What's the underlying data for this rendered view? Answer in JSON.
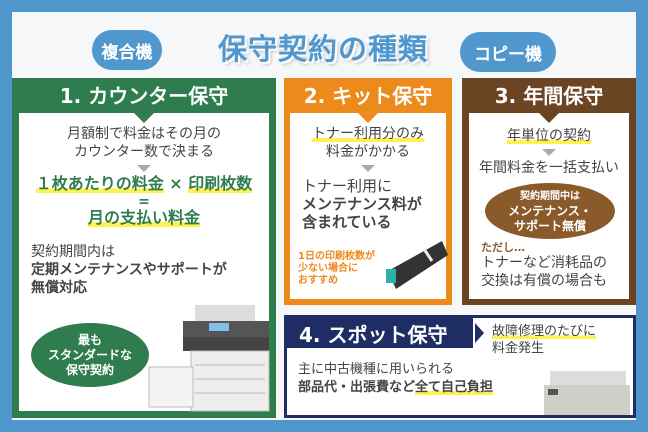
{
  "header": {
    "title": "保守契約の種類",
    "left_cloud": "複合機",
    "right_cloud": "コピー機"
  },
  "colors": {
    "blue": "#4f97cd",
    "green": "#2f7d4f",
    "orange": "#ec8a1c",
    "brown": "#6b4423",
    "navy": "#1e2d63",
    "highlight": "#fff24a"
  },
  "counter": {
    "title": "1. カウンター保守",
    "line1": "月額制で料金はその月の",
    "line2": "カウンター数で決まる",
    "formula1a": "１枚あたりの料金",
    "formula_times": "×",
    "formula1b": "印刷枚数",
    "formula_eq": "=",
    "formula2": "月の支払い料金",
    "note1": "契約期間内は",
    "note2": "定期メンテナンスやサポートが",
    "note3": "無償対応",
    "bubble1": "最も",
    "bubble2": "スタンダードな",
    "bubble3": "保守契約"
  },
  "kit": {
    "title": "2. キット保守",
    "line1": "トナー利用分のみ",
    "line2": "料金がかかる",
    "line3": "トナー利用に",
    "line4": "メンテナンス料が",
    "line5": "含まれている",
    "rec1": "1日の印刷枚数が",
    "rec2": "少ない場合に",
    "rec3": "おすすめ"
  },
  "annual": {
    "title": "3. 年間保守",
    "line1": "年単位の契約",
    "line2": "年間料金を一括支払い",
    "oval1": "契約期間中は",
    "oval2": "メンテナンス・",
    "oval3": "サポート無償",
    "but": "ただし…",
    "line3": "トナーなど消耗品の",
    "line4": "交換は有償の場合も"
  },
  "spot": {
    "title": "4. スポット保守",
    "side1": "故障修理のたびに",
    "side2": "料金発生",
    "line1": "主に中古機種に用いられる",
    "line2a": "部品代・出張費など",
    "line2b": "全て自己負担"
  }
}
